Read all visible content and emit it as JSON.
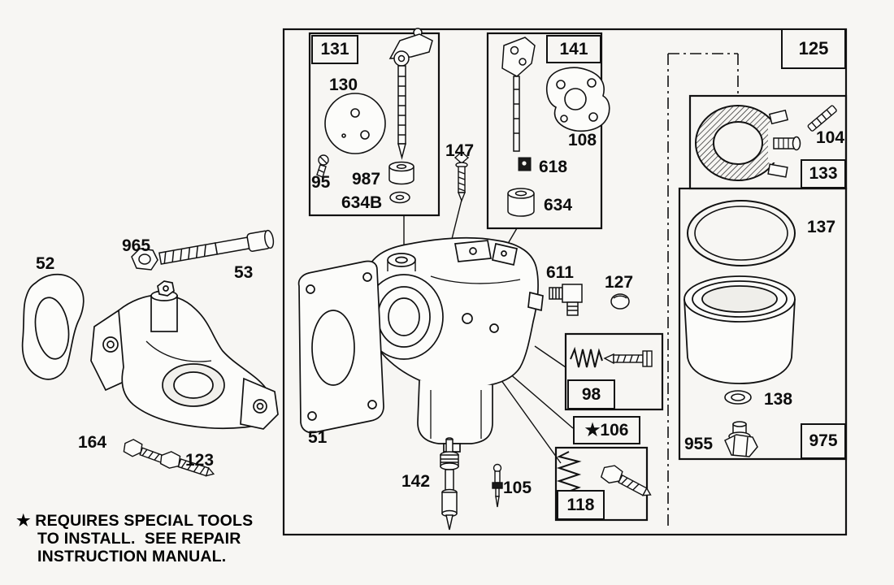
{
  "colors": {
    "background": "#f7f6f3",
    "line": "#111111",
    "label_box_bg": "#f7f6f3"
  },
  "labels": {
    "131": "131",
    "130": "130",
    "95": "95",
    "987": "987",
    "634B": "634B",
    "141": "141",
    "108": "108",
    "618": "618",
    "634": "634",
    "147": "147",
    "125": "125",
    "104": "104",
    "133": "133",
    "137": "137",
    "611": "611",
    "127": "127",
    "98": "98",
    "106": "★106",
    "118": "118",
    "105": "105",
    "142": "142",
    "51": "51",
    "52": "52",
    "965": "965",
    "53": "53",
    "164": "164",
    "123": "123",
    "955": "955",
    "138": "138",
    "975": "975"
  },
  "footnote": {
    "line1": "★ REQUIRES SPECIAL TOOLS",
    "line2": "TO INSTALL.  SEE REPAIR",
    "line3": "INSTRUCTION MANUAL."
  }
}
